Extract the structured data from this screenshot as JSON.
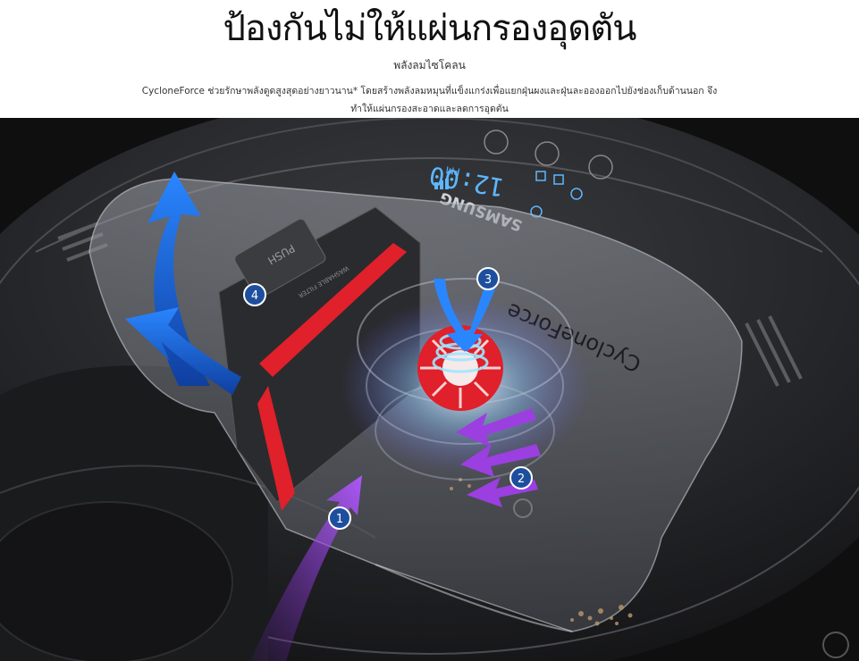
{
  "headline": "ป้องกันไม่ให้แผ่นกรองอุดตัน",
  "subheadline": "พลังลมไซโคลน",
  "description": "CycloneForce ช่วยรักษาพลังดูดสูงสุดอย่างยาวนาน* โดยสร้างพลังลมหมุนที่แข็งแกร่งเพื่อแยกฝุ่นผงและฝุ่นละอองออกไปยังช่องเก็บด้านนอก จึงทำให้แผ่นกรองสะอาดและลดการอุดตัน",
  "product": {
    "brand_text": "SAMSUNG",
    "cyclone_text": "CycloneForce",
    "push_label": "PUSH",
    "filter_label": "WASHABLE FILTER",
    "display_time": "12:00",
    "display_pm": "PM"
  },
  "callouts": [
    "1",
    "2",
    "3",
    "4"
  ],
  "colors": {
    "background": "#ffffff",
    "hero_background": "#0f0f10",
    "blue_arrow": "#1f6fe0",
    "purple_arrow": "#9b3fe0",
    "red_filter": "#e0202a",
    "badge": "#1d4f9e",
    "display_blue": "#5db7ff"
  }
}
